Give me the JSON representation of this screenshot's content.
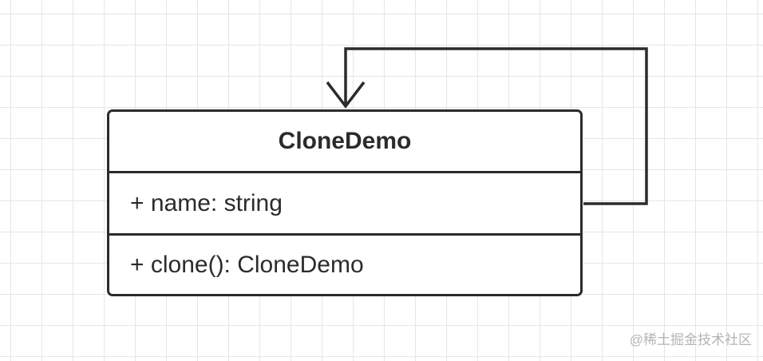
{
  "class": {
    "name": "CloneDemo",
    "attributes": [
      "+ name: string"
    ],
    "methods": [
      "+ clone(): CloneDemo"
    ]
  },
  "relationship": {
    "type": "self-association",
    "from": "CloneDemo",
    "to": "CloneDemo",
    "arrowhead": "open"
  },
  "colors": {
    "line": "#2b2b2b",
    "grid": "#e6e6e6",
    "background": "#ffffff",
    "watermark": "#b4b4b4"
  },
  "watermark": "@稀土掘金技术社区"
}
